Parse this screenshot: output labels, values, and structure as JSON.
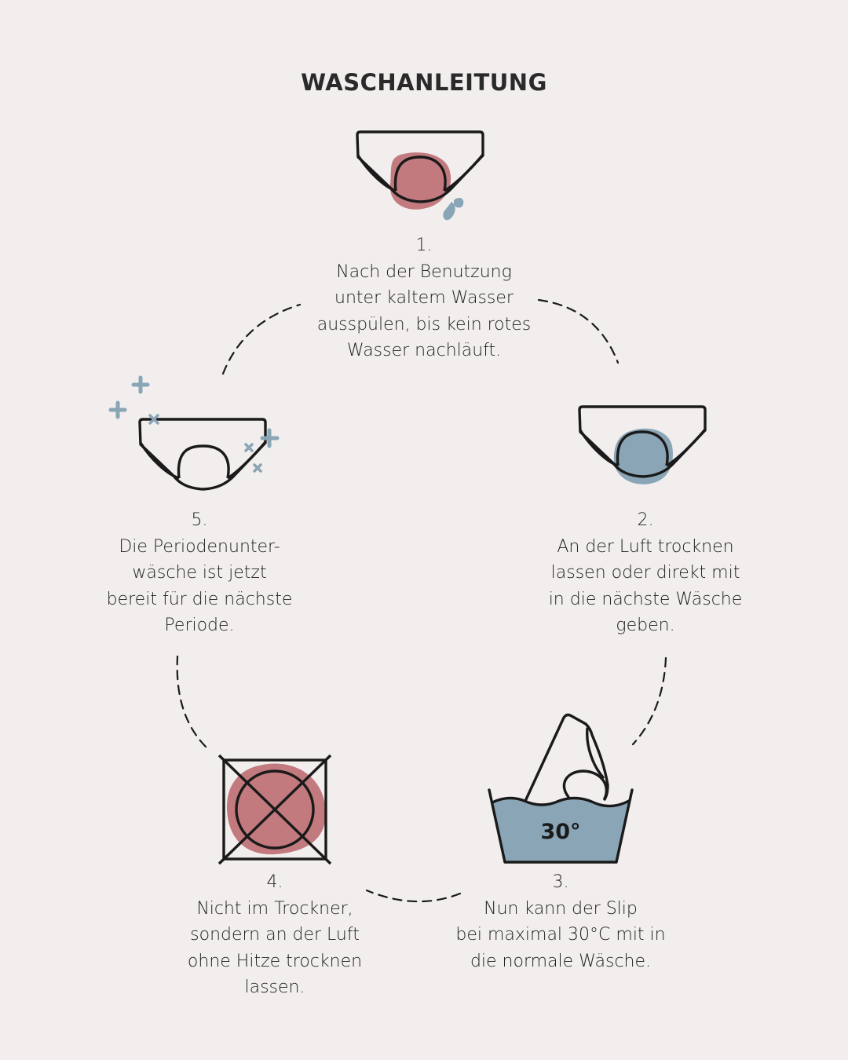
{
  "title": "WASCHANLEITUNG",
  "colors": {
    "background": "#f1eeed",
    "rose": "#c27a7e",
    "blue": "#8aa5b6",
    "ink": "#1a1a1a"
  },
  "steps": [
    {
      "number": "1.",
      "icon": "panty-rinse-icon",
      "lines": [
        "Nach der Benutzung",
        "unter kaltem Wasser",
        "ausspülen, bis kein rotes",
        "Wasser nachläuft."
      ]
    },
    {
      "number": "2.",
      "icon": "panty-blue-icon",
      "lines": [
        "An der Luft trocknen",
        "lassen oder direkt mit",
        "in die nächste Wäsche",
        "geben."
      ]
    },
    {
      "number": "3.",
      "icon": "wash-basin-30-icon",
      "badge": "30°",
      "lines": [
        "Nun kann der Slip",
        "bei maximal 30°C mit in",
        "die normale Wäsche."
      ]
    },
    {
      "number": "4.",
      "icon": "no-tumble-dry-icon",
      "lines": [
        "Nicht im Trockner,",
        "sondern an der Luft",
        "ohne Hitze trocknen",
        "lassen."
      ]
    },
    {
      "number": "5.",
      "icon": "panty-clean-sparkle-icon",
      "lines": [
        "Die Periodenunter-",
        "wäsche ist jetzt",
        "bereit für die nächste",
        "Periode."
      ]
    }
  ]
}
